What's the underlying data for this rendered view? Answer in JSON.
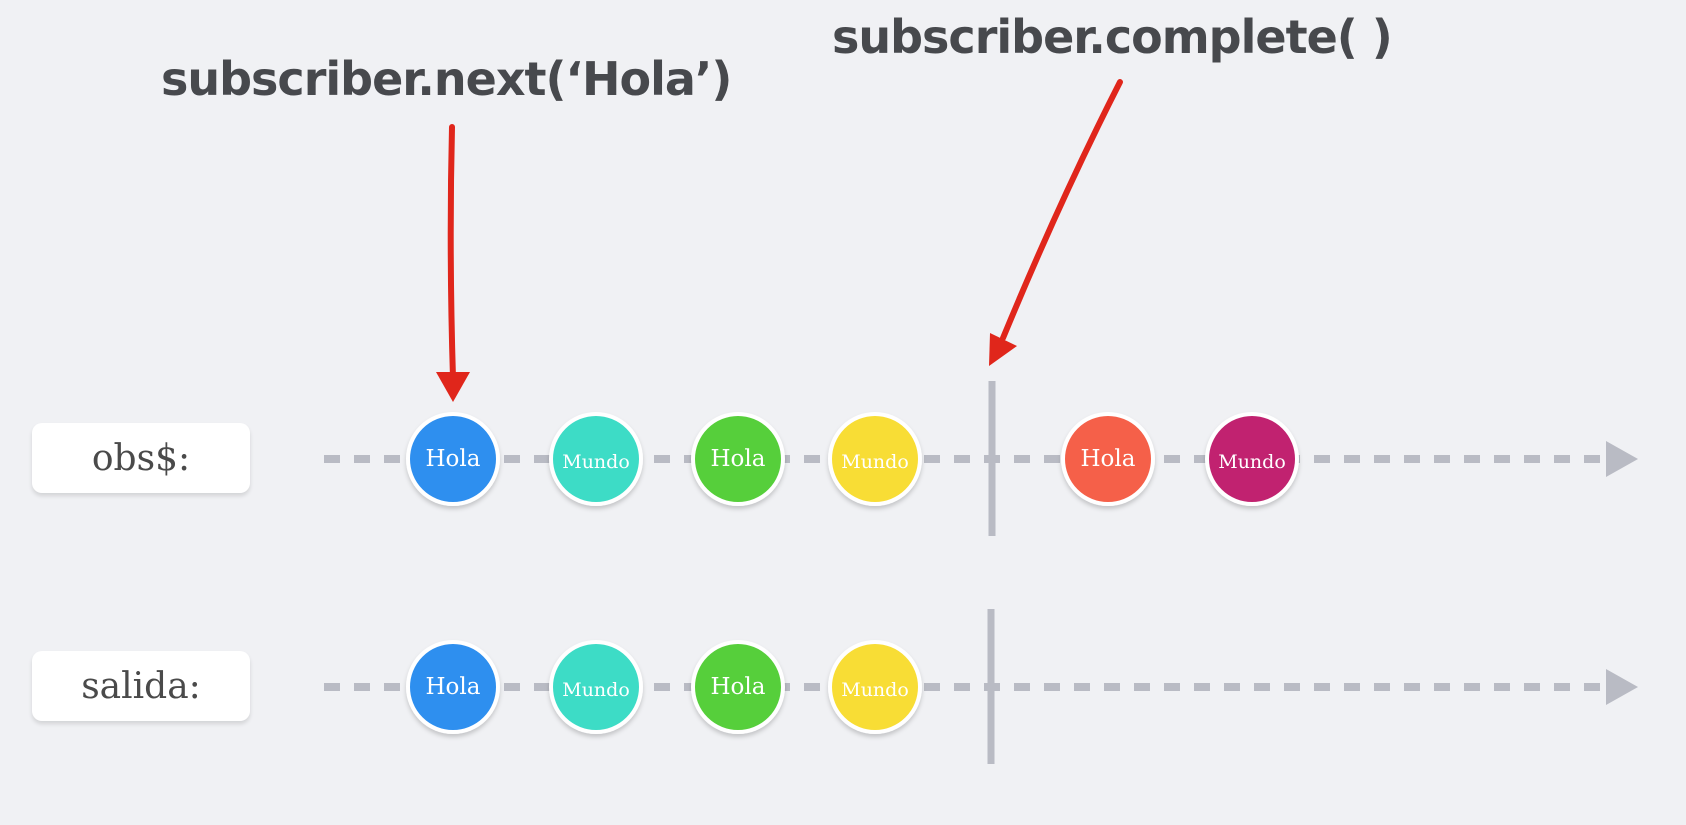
{
  "annotations": {
    "next": "subscriber.next(‘Hola’)",
    "complete": "subscriber.complete( )"
  },
  "colors": {
    "background": "#f0f1f4",
    "timeline": "#b9bbc4",
    "arrow_annotation": "#e0261b",
    "blue": "#2f8fef",
    "teal": "#3edcc6",
    "green": "#57cf3a",
    "yellow": "#f8dd36",
    "red": "#f5614a",
    "magenta": "#c1246f"
  },
  "rows": [
    {
      "label": "obs$:",
      "marbles": [
        {
          "text": "Hola",
          "color": "blue"
        },
        {
          "text": "Mundo",
          "color": "teal"
        },
        {
          "text": "Hola",
          "color": "green"
        },
        {
          "text": "Mundo",
          "color": "yellow"
        },
        {
          "text": "Hola",
          "color": "red"
        },
        {
          "text": "Mundo",
          "color": "magenta"
        }
      ]
    },
    {
      "label": "salida:",
      "marbles": [
        {
          "text": "Hola",
          "color": "blue"
        },
        {
          "text": "Mundo",
          "color": "teal"
        },
        {
          "text": "Hola",
          "color": "green"
        },
        {
          "text": "Mundo",
          "color": "yellow"
        }
      ]
    }
  ]
}
